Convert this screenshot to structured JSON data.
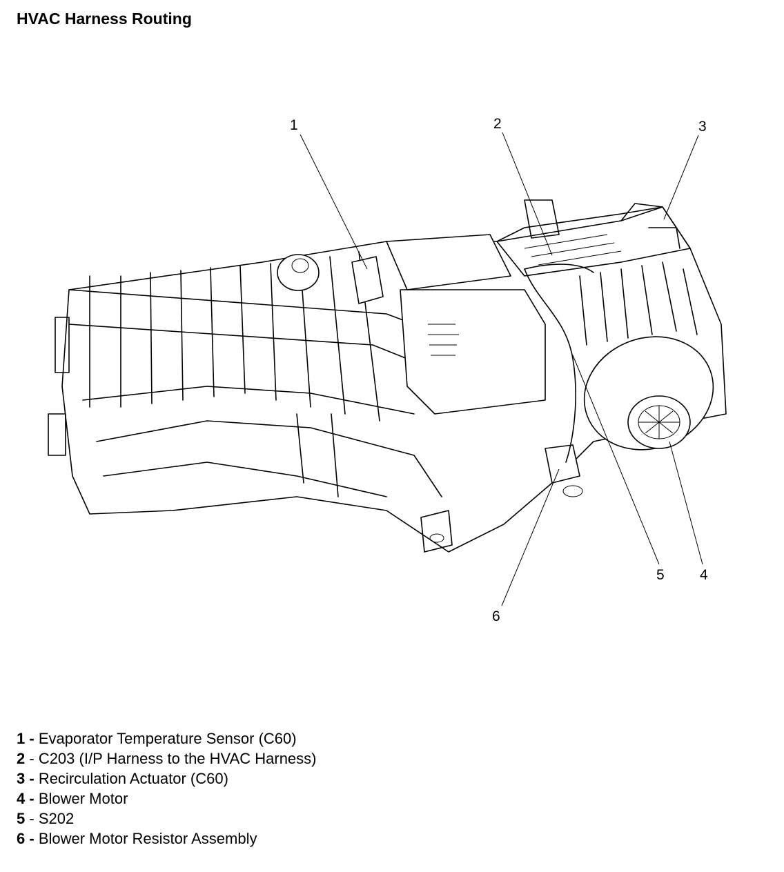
{
  "title": "HVAC Harness Routing",
  "callouts": [
    "1",
    "2",
    "3",
    "4",
    "5",
    "6"
  ],
  "legend": [
    {
      "num": "1",
      "sep": " - ",
      "text": "Evaporator Temperature Sensor (C60)"
    },
    {
      "num": "2",
      "sep": " - ",
      "text": "C203 (I/P Harness to the HVAC Harness)"
    },
    {
      "num": "3",
      "sep": " - ",
      "text": "Recirculation Actuator (C60)"
    },
    {
      "num": "4",
      "sep": " - ",
      "text": "Blower Motor"
    },
    {
      "num": "5",
      "sep": " - ",
      "text": "S202"
    },
    {
      "num": "6",
      "sep": " - ",
      "text": "Blower Motor Resistor Assembly"
    }
  ]
}
